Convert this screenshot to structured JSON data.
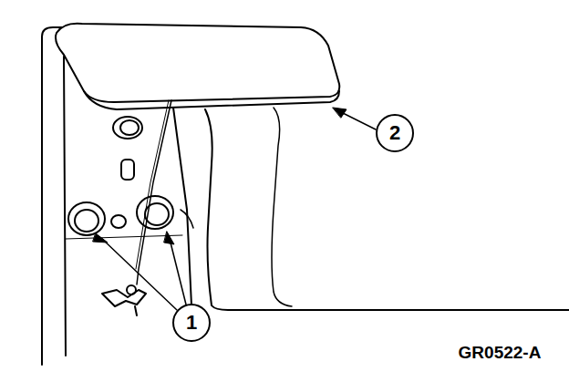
{
  "diagram": {
    "labels": [
      "1",
      "2",
      "GR0522-A"
    ]
  }
}
